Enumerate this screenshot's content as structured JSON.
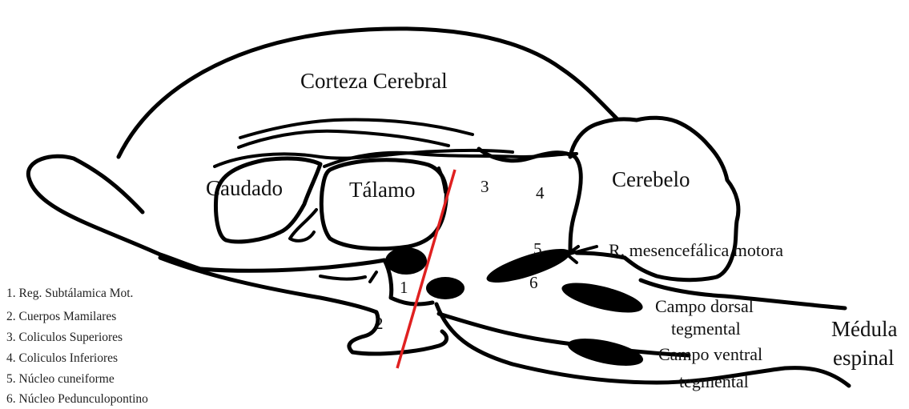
{
  "colors": {
    "line": "#000000",
    "cut_line": "#e02020",
    "background": "#ffffff"
  },
  "labels": {
    "cortex": "Corteza Cerebral",
    "caudate": "Caudado",
    "thalamus": "Tálamo",
    "cerebellum": "Cerebelo",
    "motor_region": "R. mesencefálica motora",
    "dorsal_field_line1": "Campo dorsal",
    "dorsal_field_line2": "tegmental",
    "ventral_field_line1": "Campo ventral",
    "ventral_field_line2": "tegmental",
    "spinal_cord_line1": "Médula",
    "spinal_cord_line2": "espinal"
  },
  "numbers": {
    "n1": "1",
    "n2": "2",
    "n3": "3",
    "n4": "4",
    "n5": "5",
    "n6": "6"
  },
  "legend": [
    "1.  Reg. Subtálamica Mot.",
    "2.  Cuerpos Mamilares",
    "3.  Coliculos Superiores",
    "4.  Coliculos Inferiores",
    "5.  Núcleo cuneiforme",
    "6.  Núcleo Pedunculopontino"
  ]
}
